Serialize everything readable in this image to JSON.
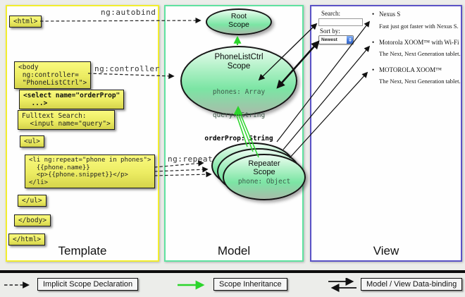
{
  "columns": {
    "template": {
      "label": "Template"
    },
    "model": {
      "label": "Model"
    },
    "view": {
      "label": "View"
    }
  },
  "arrow_labels": {
    "autobind": "ng:autobind",
    "controller": "ng:controller",
    "repeat": "ng:repeat"
  },
  "template_code": {
    "html_open": "<html>",
    "body_open": "<body\n ng:controller=\n \"PhoneListCtrl\">",
    "select": "<select name=\"orderProp\"\n  ...>",
    "fulltext": "Fulltext Search:\n  <input name=\"query\">",
    "ul_open": "<ul>",
    "li_repeat": "<li ng:repeat=\"phone in phones\">\n  {{phone.name}}\n  <p>{{phone.snippet}}</p>\n</li>",
    "ul_close": "</ul>",
    "body_close": "</body>",
    "html_close": "</html>"
  },
  "model_scopes": {
    "root": {
      "title": "Root\nScope"
    },
    "phonelist": {
      "title": "PhoneListCtrl\nScope",
      "prop_phones": "phones: Array",
      "prop_query": "query: String",
      "prop_orderprop": "orderProp: String"
    },
    "repeater": {
      "title": "Repeater\nScope",
      "prop_phone": "phone: Object"
    }
  },
  "view": {
    "search_label": "Search:",
    "sort_label": "Sort by:",
    "dropdown_value": "Newest",
    "bullet_glyph": "•",
    "items": [
      {
        "title": "Nexus S",
        "desc": "Fast just got faster with Nexus S."
      },
      {
        "title": "Motorola XOOM™ with Wi-Fi",
        "desc": "The Next, Next Generation tablet."
      },
      {
        "title": "MOTOROLA XOOM™",
        "desc": "The Next, Next Generation tablet."
      }
    ]
  },
  "legend": {
    "items": [
      {
        "label": "Implicit Scope Declaration"
      },
      {
        "label": "Scope Inheritance"
      },
      {
        "label": "Model / View Data-binding"
      }
    ]
  },
  "colors": {
    "template_border": "#f2ee2e",
    "model_border": "#5fe2a0",
    "view_border": "#5a52c6",
    "inheritance_green": "#2bd52b",
    "arrow_black": "#111111",
    "codebox_yellow": "#ecec62"
  }
}
